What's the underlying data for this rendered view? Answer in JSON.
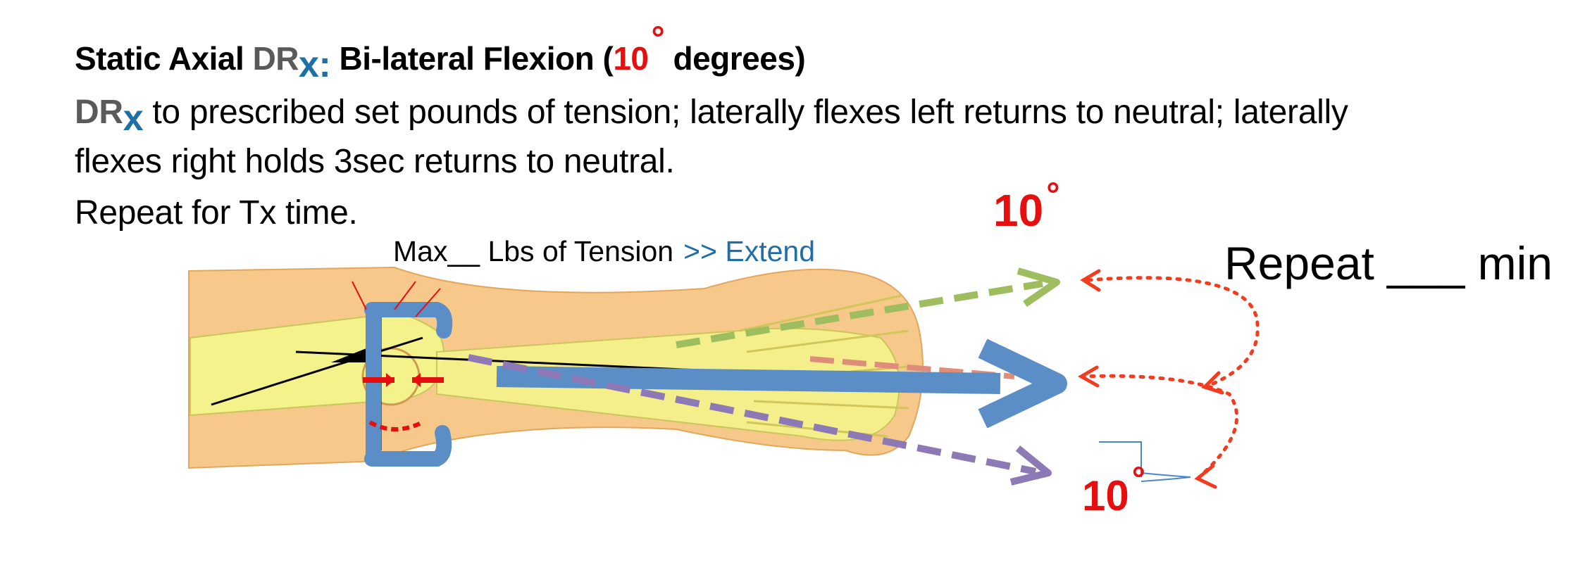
{
  "heading": {
    "prefix": "Static Axial ",
    "dr": "DR",
    "x": "x:",
    "middle": " Bi-lateral Flexion (",
    "degree_value": "10",
    "degree_symbol": "°",
    "suffix": " degrees)"
  },
  "instructions": {
    "dr": "DR",
    "x": "x",
    "line1_rest": " to prescribed set pounds of tension; laterally flexes left returns to neutral; laterally",
    "line2": "flexes right holds  3sec  returns to neutral.",
    "line3": "Repeat for Tx time."
  },
  "tension_label": "Max__ Lbs of Tension",
  "extend_label": ">> Extend",
  "repeat_label": "Repeat ___ min",
  "angle_top": {
    "value": "10",
    "symbol": "°"
  },
  "angle_bottom": {
    "value": "10",
    "symbol": "°"
  },
  "colors": {
    "title_red": "#e60f0f",
    "dr_gray": "#5a5a5a",
    "x_blue": "#1f6fa6",
    "traction_arrow_blue": "#5b8ec6",
    "flex_left_green": "#9dbd5e",
    "flex_right_purple": "#8c79b5",
    "return_dotted_red": "#f23b1f",
    "skin": "#f6c88a",
    "bone": "#f4f28a"
  },
  "icons": [
    "traction-arrow-icon",
    "flex-left-arrow-icon",
    "flex-right-arrow-icon",
    "return-arrow-icon",
    "harness-icon"
  ]
}
